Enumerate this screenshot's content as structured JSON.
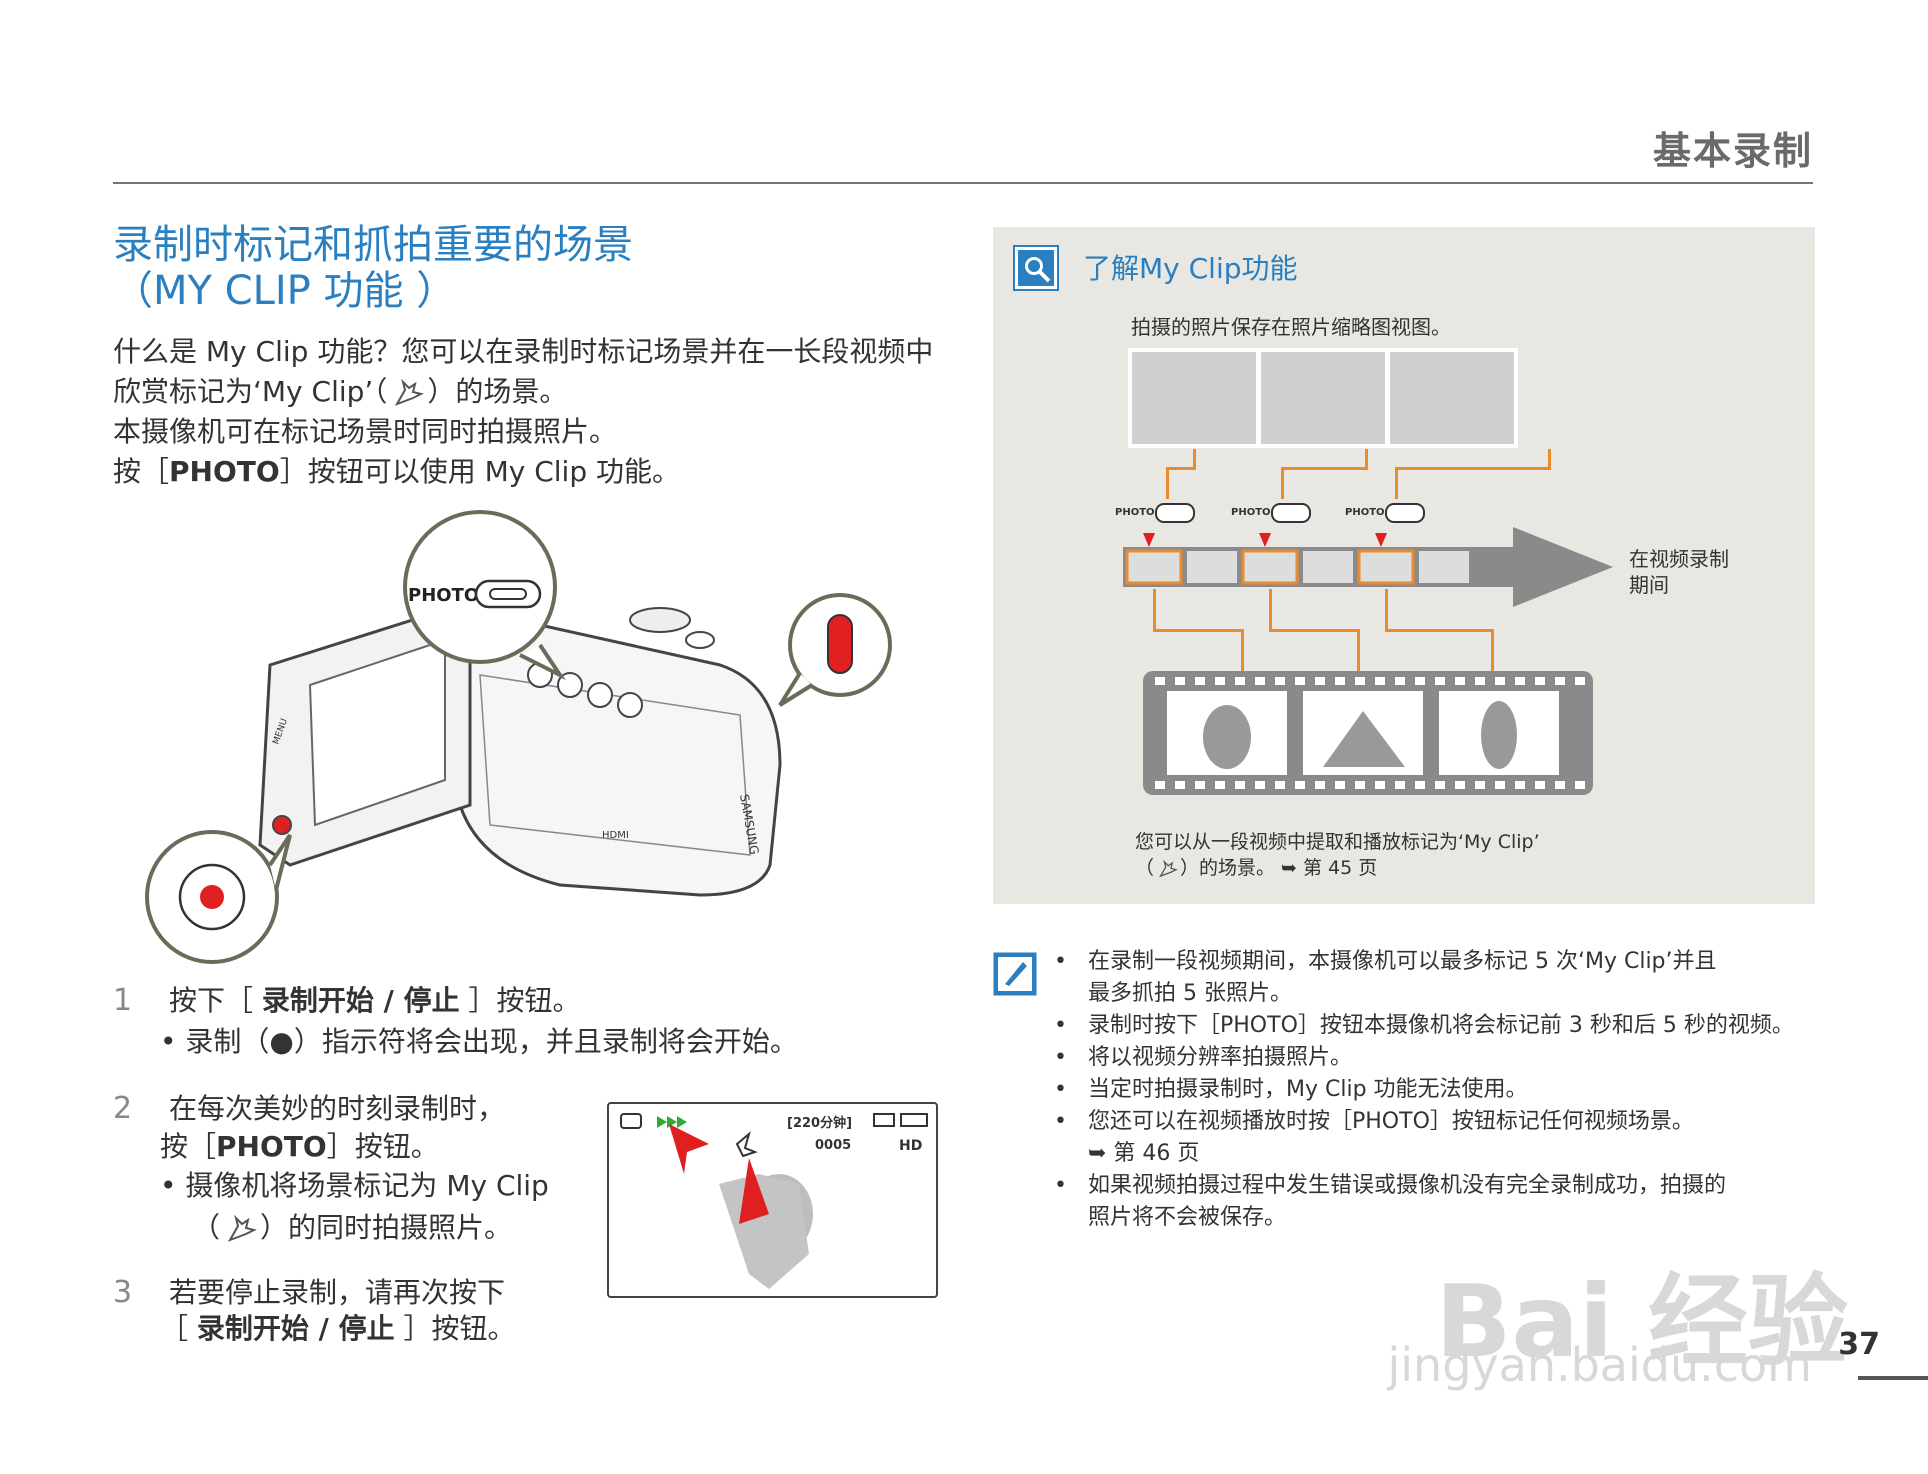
{
  "header": {
    "title": "基本录制"
  },
  "section": {
    "title_line1": "录制时标记和抓拍重要的场景",
    "title_line2": "（MY CLIP 功能 ）"
  },
  "intro": {
    "line1": "什么是 My Clip 功能？您可以在录制时标记场景并在一长段视频中",
    "line2a": "欣赏标记为‘My Clip’（",
    "line2b": "）的场景。",
    "line3": "本摄像机可在标记场景时同时拍摄照片。",
    "line4a": "按［",
    "line4b": "PHOTO",
    "line4c": "］按钮可以使用 My Clip 功能。"
  },
  "camera": {
    "photo_label": "PHOTO",
    "menu_label": "MENU",
    "brand": "SAMSUNG",
    "hdmi_label": "HDMI"
  },
  "steps": [
    {
      "num": "1",
      "a": "按下［ ",
      "b": "录制开始 / 停止",
      "c": " ］按钮。",
      "bullet": "录制（●）指示符将会出现，并且录制将会开始。"
    },
    {
      "num": "2",
      "line1": "在每次美妙的时刻录制时，",
      "line2a": "按［",
      "line2b": "PHOTO",
      "line2c": "］按钮。",
      "bullet1": "摄像机将场景标记为 My Clip",
      "bullet2a": "（",
      "bullet2b": "）的同时拍摄照片。"
    },
    {
      "num": "3",
      "line1": "若要停止录制，请再次按下",
      "line2a": "［ ",
      "line2b": "录制开始 / 停止",
      "line2c": " ］按钮。"
    }
  ],
  "lcd": {
    "time": "[220分钟]",
    "counter": "0005",
    "hd": "HD"
  },
  "panel": {
    "title": "了解My Clip功能",
    "subtitle": "拍摄的照片保存在照片缩略图视图。",
    "photo_btn": "PHOTO",
    "side_label1": "在视频录制",
    "side_label2": "期间",
    "caption1": "您可以从一段视频中提取和播放标记为‘My Clip’",
    "caption2a": "（",
    "caption2b": "）的场景。 ➥ 第 45 页"
  },
  "notes": [
    "在录制一段视频期间，本摄像机可以最多标记 5 次‘My Clip’并且",
    "最多抓拍 5 张照片。",
    "录制时按下［PHOTO］按钮本摄像机将会标记前 3 秒和后 5 秒的视频。",
    "将以视频分辨率拍摄照片。",
    "当定时拍摄录制时，My Clip 功能无法使用。",
    "您还可以在视频播放时按［PHOTO］按钮标记任何视频场景。",
    "➥ 第 46 页",
    "如果视频拍摄过程中发生错误或摄像机没有完全录制成功，拍摄的",
    "照片将不会被保存。"
  ],
  "page_number": "37",
  "watermark": {
    "brand": "Bai 经验",
    "url": "jingyan.baidu.com"
  },
  "colors": {
    "accent": "#2a7fc0",
    "orange": "#ea8c2e",
    "red": "#e02020",
    "panel_bg": "#e8e7e2"
  }
}
